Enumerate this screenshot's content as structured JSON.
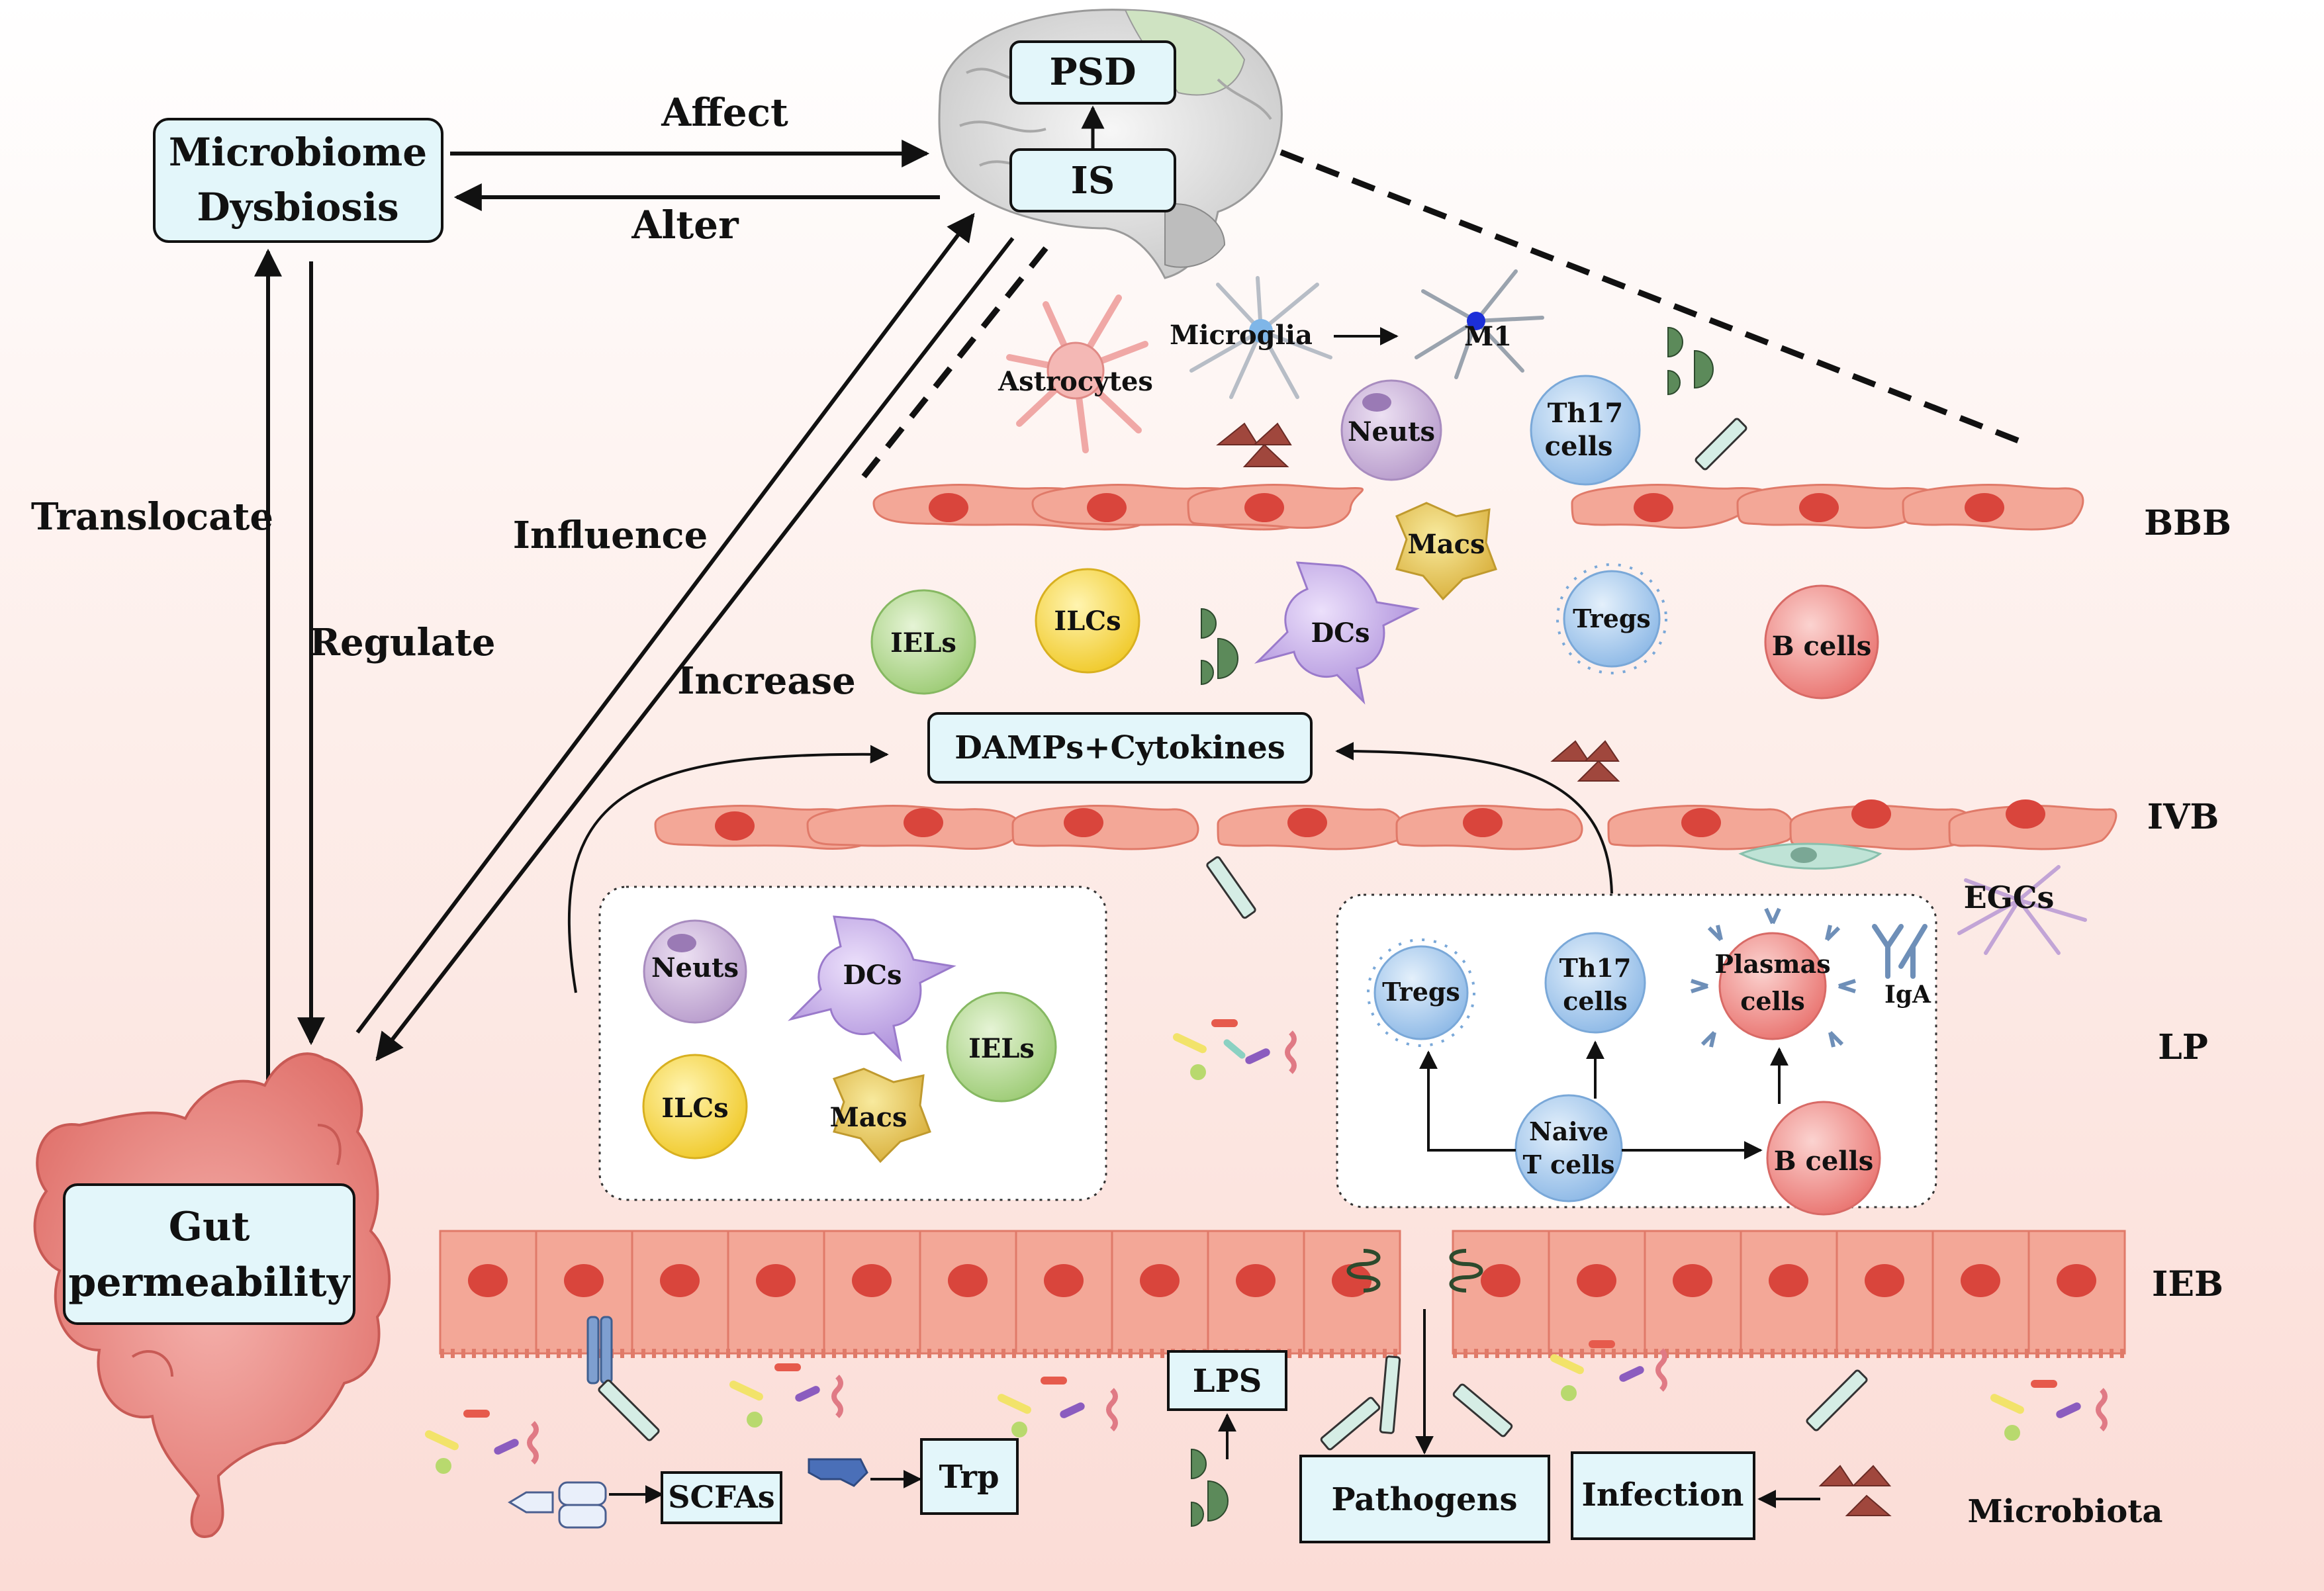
{
  "colors": {
    "bg_top": "#ffffff",
    "bg_bottom": "#fbdcd6",
    "box_fill": "#e3f6fa",
    "box_stroke": "#111111",
    "endothelium": "#f2a496",
    "endothelium_dark": "#e0705e",
    "nucleus": "#d9453c",
    "neuts": "#c9b1d9",
    "dcs": "#c4a8e6",
    "macs": "#e8c85a",
    "ilcs": "#f5d84a",
    "iels": "#b7dc96",
    "tcell": "#a9cbed",
    "bcell": "#f29b9a"
  },
  "boxes": {
    "microbiome": [
      "Microbiome",
      "Dysbiosis"
    ],
    "gut": [
      "Gut",
      "permeability"
    ],
    "psd": "PSD",
    "is": "IS",
    "damps": "DAMPs+Cytokines",
    "lps": "LPS",
    "scfas": "SCFAs",
    "trp": "Trp",
    "pathogens": "Pathogens",
    "infection": "Infection"
  },
  "arrows": {
    "affect": "Affect",
    "alter": "Alter",
    "translocate": "Translocate",
    "regulate": "Regulate",
    "influence": "Influence",
    "increase": "Increase"
  },
  "layers": {
    "bbb": "BBB",
    "ivb": "IVB",
    "lp": "LP",
    "ieb": "IEB",
    "microbiota": "Microbiota"
  },
  "cells": {
    "astrocytes": "Astrocytes",
    "microglia": "Microglia",
    "m1": "M1",
    "neuts": "Neuts",
    "th17": [
      "Th17",
      "cells"
    ],
    "macs": "Macs",
    "iels": "IELs",
    "ilcs": "ILCs",
    "dcs": "DCs",
    "tregs": "Tregs",
    "bcells": "B cells",
    "egcs": "EGCs",
    "plasmas": [
      "Plasmas",
      "cells"
    ],
    "iga": "IgA",
    "naive": [
      "Naive",
      "T cells"
    ]
  },
  "icons": [
    "brain-icon",
    "astrocyte-icon",
    "microglia-icon",
    "neutrophil-icon",
    "dendritic-cell-icon",
    "macrophage-icon",
    "t-cell-icon",
    "b-cell-icon",
    "intestine-icon",
    "bacteria-icon",
    "triangle-cluster-icon",
    "half-circle-icon",
    "rod-icon",
    "receptor-icon"
  ]
}
